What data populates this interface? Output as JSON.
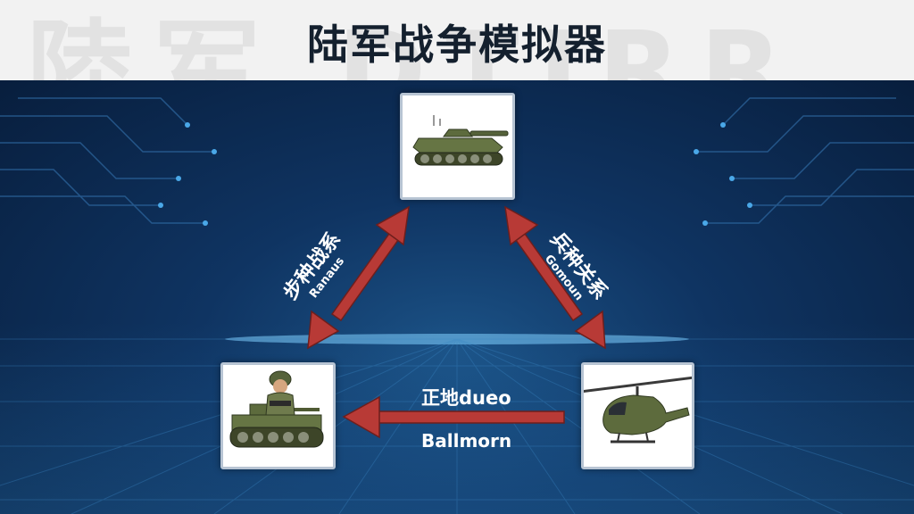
{
  "header": {
    "title": "陆军战争模拟器",
    "watermark": "陸军 DTIRR"
  },
  "nodes": {
    "top": {
      "icon": "tank-icon"
    },
    "bottom_left": {
      "icon": "infantry-tank-icon"
    },
    "bottom_right": {
      "icon": "helicopter-icon"
    }
  },
  "edges": {
    "left": {
      "label_main": "步种战系",
      "label_sub": "Ranaus"
    },
    "right": {
      "label_main": "兵种关系",
      "label_sub": "Gomoun"
    },
    "bottom": {
      "label_main": "正地dueo",
      "label_sub": "Ballmorn"
    }
  },
  "colors": {
    "arrow": "#b83a36",
    "background": "#0f3462",
    "header_bg": "#f2f2f2",
    "tank_green": "#5d6b3d"
  }
}
